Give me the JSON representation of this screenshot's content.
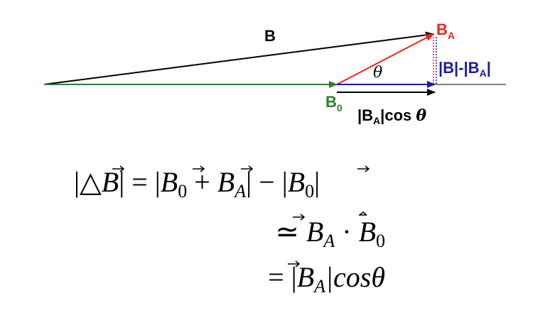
{
  "diagram": {
    "labels": {
      "B": "B",
      "BA_main": "B",
      "BA_sub": "A",
      "B0_main": "B",
      "B0_sub": "0",
      "theta": "θ",
      "diff_pre": "|B|-|B",
      "diff_sub": "A",
      "diff_post": "|",
      "proj_pre": "|B",
      "proj_sub": "A",
      "proj_mid": "|cos ",
      "proj_theta": "θ"
    },
    "colors": {
      "B": "#000000",
      "B0": "#2e7d32",
      "BA": "#e8261c",
      "diff": "#1a1aa6",
      "proj": "#000000"
    }
  },
  "equations": {
    "line1": {
      "lhs_open": "|△",
      "lhs_var": "B",
      "lhs_close": "| = |",
      "t1_var": "B",
      "t1_sub": "0",
      "plus": " + ",
      "t2_var": "B",
      "t2_sub": "A",
      "minus": "| − |",
      "t3_var": "B",
      "t3_sub": "0",
      "end": "|"
    },
    "line2": {
      "op": "≃ ",
      "t1_var": "B",
      "t1_sub": "A",
      "dot": " · ",
      "t2_var": "B",
      "t2_sub": "0"
    },
    "line3": {
      "op": "= |",
      "t1_var": "B",
      "t1_sub": "A",
      "rest": "|cosθ"
    }
  }
}
